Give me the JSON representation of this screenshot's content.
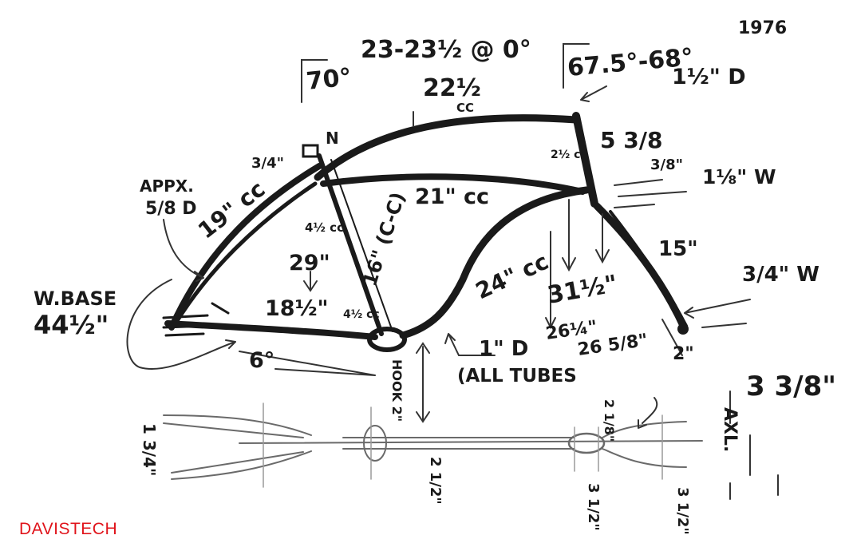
{
  "brand": {
    "label": "DAVISTECH",
    "color": "#e0141b"
  },
  "annotations": {
    "seat_angle": "70°",
    "seat_tube_range": "23-23½ @ 0°",
    "head_angle": "67.5°-68°",
    "year": "1976",
    "head_tube_dia": "1½\" D",
    "top_tube_len": "22½",
    "top_tube_cc": "CC",
    "seat_cluster_n": "N",
    "seat_cluster_w": "3/4\"",
    "head_tube_len": "5 3/8",
    "head_lug": "2½ cc",
    "fork_top": "3/8\"",
    "fork_width": "1⅛\" W",
    "lower_tube": "21\" cc",
    "appx": "APPX.",
    "stay_dia": "5/8 D",
    "seat_stay": "19\" cc",
    "seat_lug": "4½ cc",
    "seat_height": "29\"",
    "seat_tube_cc": "16\" (C-C)",
    "down_tube": "24\" cc",
    "fork_len": "15\"",
    "fork_tip": "3/4\" W",
    "wheelbase_label": "W.BASE",
    "wheelbase_value": "44½\"",
    "chainstay": "18½\"",
    "bb_lug": "4½ cc",
    "bb_angle": "6°",
    "bb_drop": "HOOK 2\"",
    "tube_dia": "1\" D",
    "all_tubes": "(ALL TUBES",
    "ht_height1": "31½\"",
    "ht_height2": "26¼\"",
    "ht_height3": "26 5/8\"",
    "fork_tip_dia": "2\"",
    "fork_rake": "3 3/8\"",
    "axle_label": "AXL.",
    "rear_spacing": "1 3/4\"",
    "bb_width": "2 1/2\"",
    "head_top": "2 1/8\"",
    "fork_spacing_a": "3 1/2\"",
    "fork_spacing_b": "3 1/2\""
  }
}
